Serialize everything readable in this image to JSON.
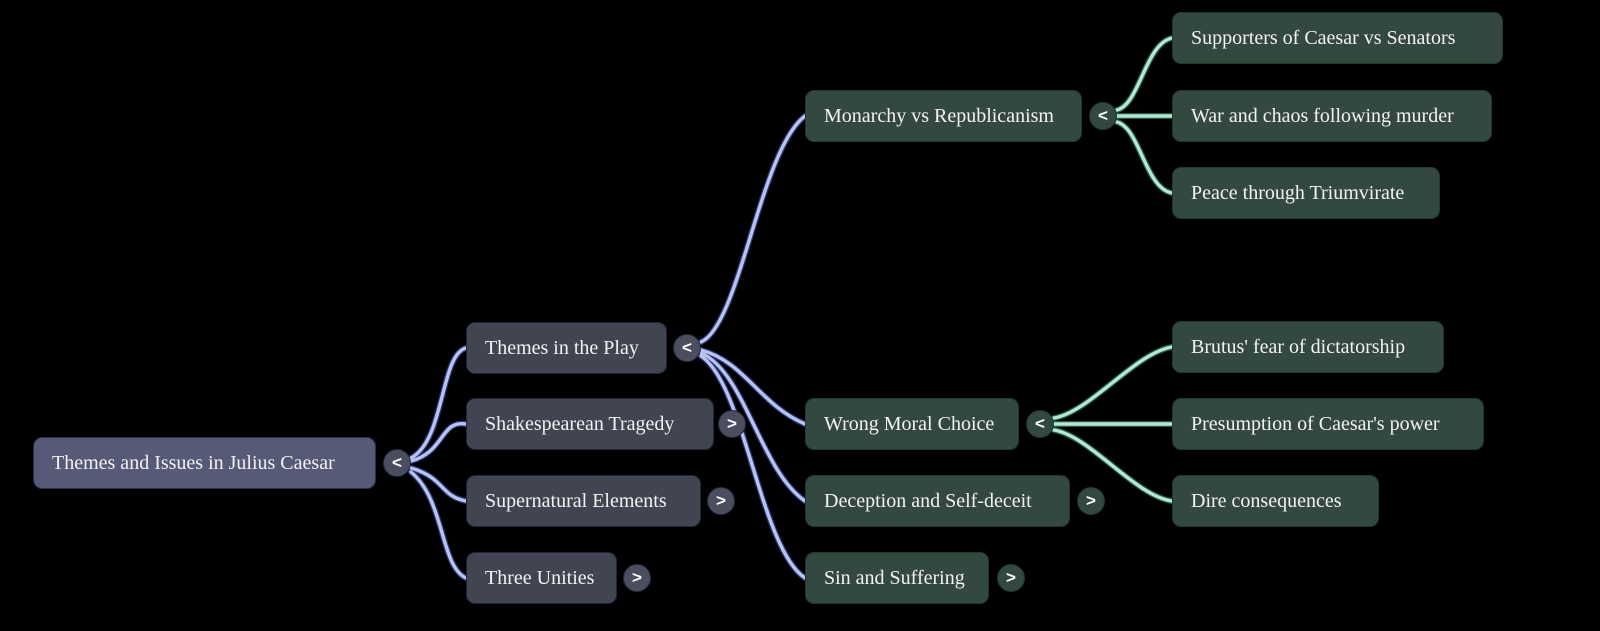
{
  "diagram": {
    "title": "Themes and Issues in Julius Caesar",
    "type": "mindmap",
    "background": "#000000",
    "colors": {
      "root_fill": "#565a77",
      "level2_fill": "#414552",
      "level3_fill": "#33483f",
      "leaf_fill": "#33483f",
      "edge_blue": "#b8c4f0",
      "edge_blue_outline": "#2a3570",
      "edge_teal": "#b8e6d4",
      "edge_teal_outline": "#1f5c47",
      "text": "#f2f2f2"
    }
  },
  "root": {
    "label": "Themes and Issues in Julius Caesar",
    "toggle": "<"
  },
  "level2": [
    {
      "label": "Themes in the Play",
      "toggle": "<"
    },
    {
      "label": "Shakespearean Tragedy",
      "toggle": ">"
    },
    {
      "label": "Supernatural Elements",
      "toggle": ">"
    },
    {
      "label": "Three Unities",
      "toggle": ">"
    }
  ],
  "level3": [
    {
      "label": "Monarchy vs Republicanism",
      "toggle": "<"
    },
    {
      "label": "Wrong Moral Choice",
      "toggle": "<"
    },
    {
      "label": "Deception and Self-deceit",
      "toggle": ">"
    },
    {
      "label": "Sin and Suffering",
      "toggle": ">"
    }
  ],
  "leaves_monarchy": [
    {
      "label": "Supporters of Caesar vs Senators"
    },
    {
      "label": "War and chaos following murder"
    },
    {
      "label": "Peace through Triumvirate"
    }
  ],
  "leaves_moral": [
    {
      "label": "Brutus' fear of dictatorship"
    },
    {
      "label": "Presumption of Caesar's power"
    },
    {
      "label": "Dire consequences"
    }
  ]
}
